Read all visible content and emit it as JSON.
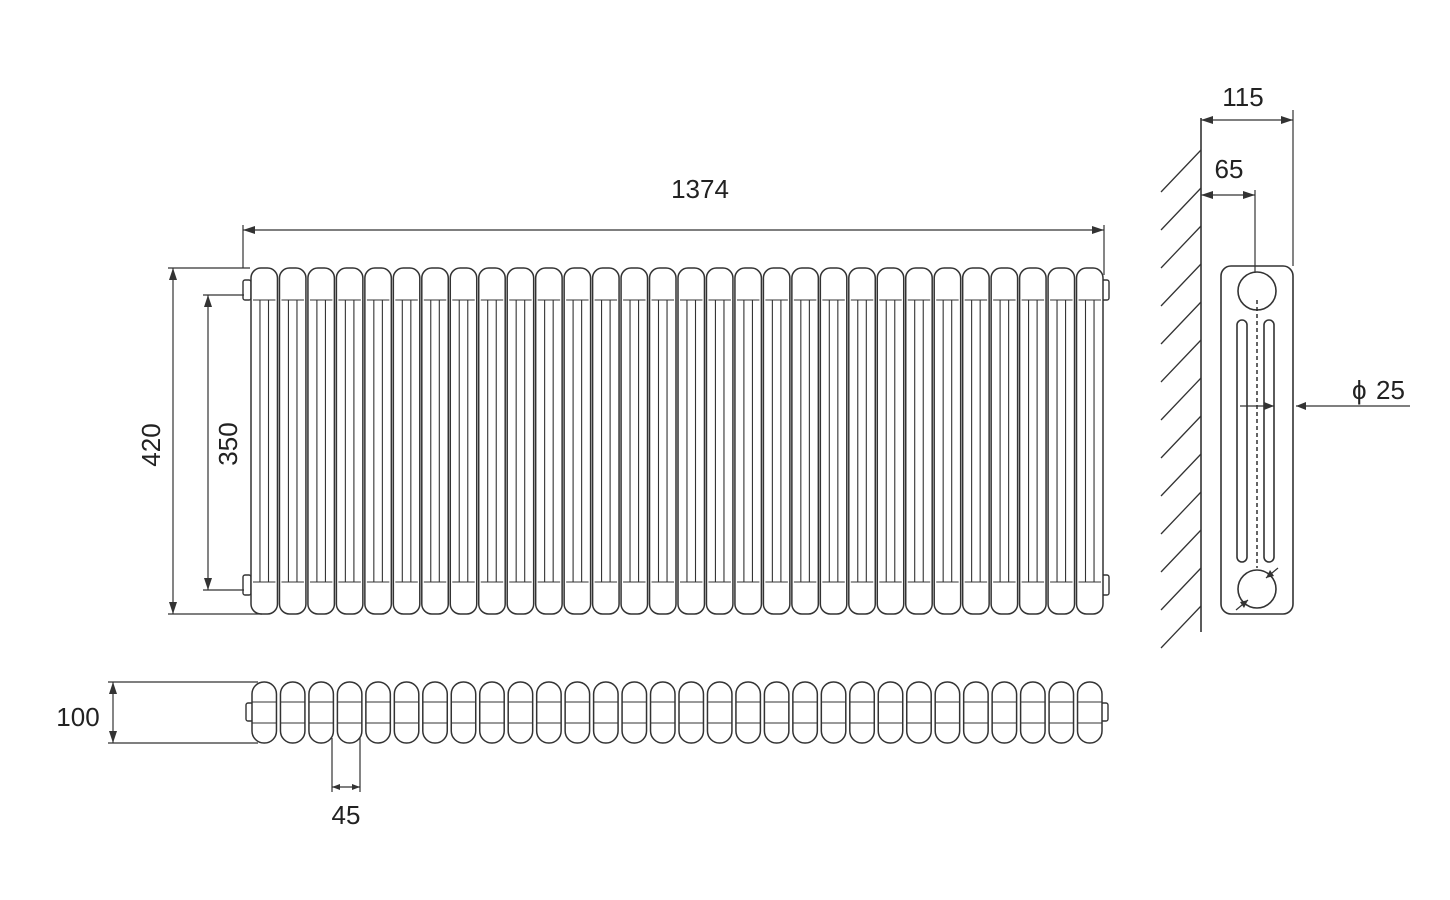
{
  "dimensions": {
    "overall_width": "1374",
    "overall_height": "420",
    "pipe_centres": "350",
    "section_depth": "100",
    "section_pitch": "45",
    "wall_depth": "115",
    "wall_to_centre": "65",
    "connection": "25",
    "diameter_symbol": "ϕ"
  },
  "radiator": {
    "columns": 30
  },
  "colors": {
    "line": "#333333",
    "text": "#222222"
  }
}
